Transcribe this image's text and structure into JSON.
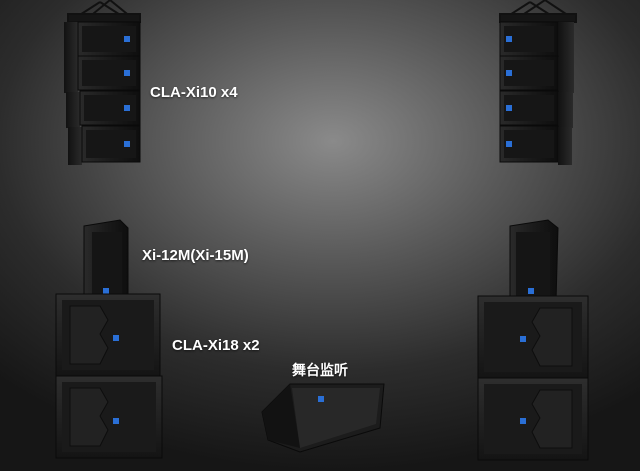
{
  "labels": {
    "array": "CLA-Xi10 x4",
    "top_box": "Xi-12M(Xi-15M)",
    "subwoofer": "CLA-Xi18 x2",
    "monitor": "舞台监听"
  },
  "colors": {
    "background_center": "#8a8a8a",
    "background_edge": "#161616",
    "cabinet": "#1c1c1c",
    "logo": "#2a6fd6",
    "text": "#ffffff"
  },
  "icons": [
    "line-array-cabinet-icon",
    "bracket-icon",
    "subwoofer-icon",
    "monitor-wedge-icon",
    "brand-logo-icon"
  ]
}
